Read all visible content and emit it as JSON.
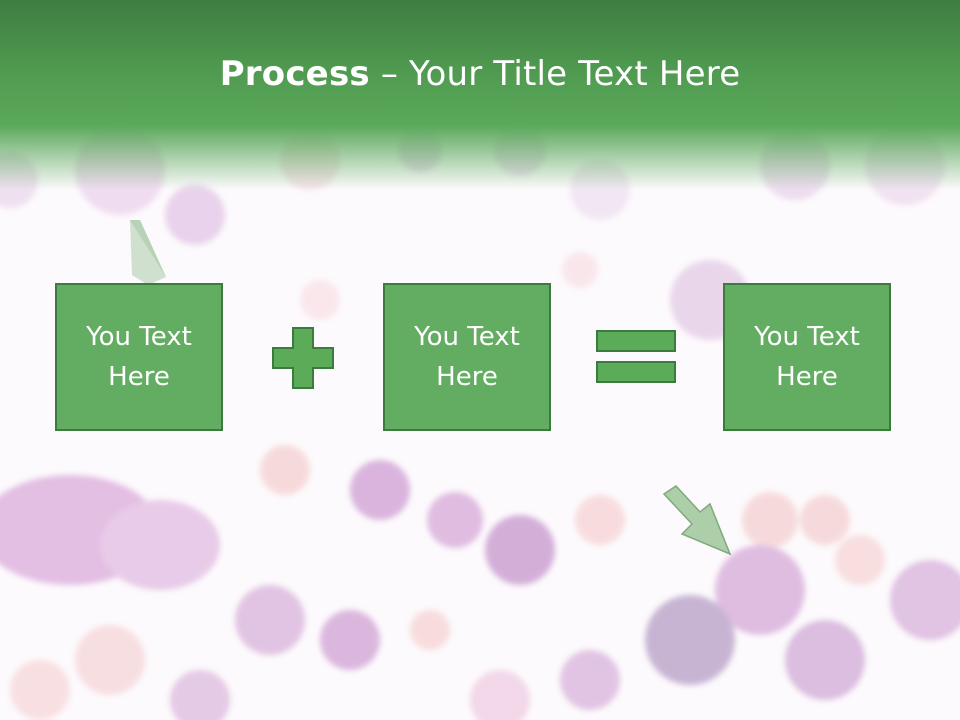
{
  "title": {
    "bold": "Process",
    "rest": " – Your Title Text Here"
  },
  "boxes": [
    {
      "text": "You Text Here"
    },
    {
      "text": "You Text Here"
    },
    {
      "text": "You Text Here"
    }
  ],
  "operators": {
    "first": "plus-icon",
    "second": "equals-icon"
  },
  "colors": {
    "title_band": "#4f9a50",
    "box_fill": "#63ad62",
    "box_border": "#3d7a3e",
    "operator_fill": "#5cab58"
  }
}
